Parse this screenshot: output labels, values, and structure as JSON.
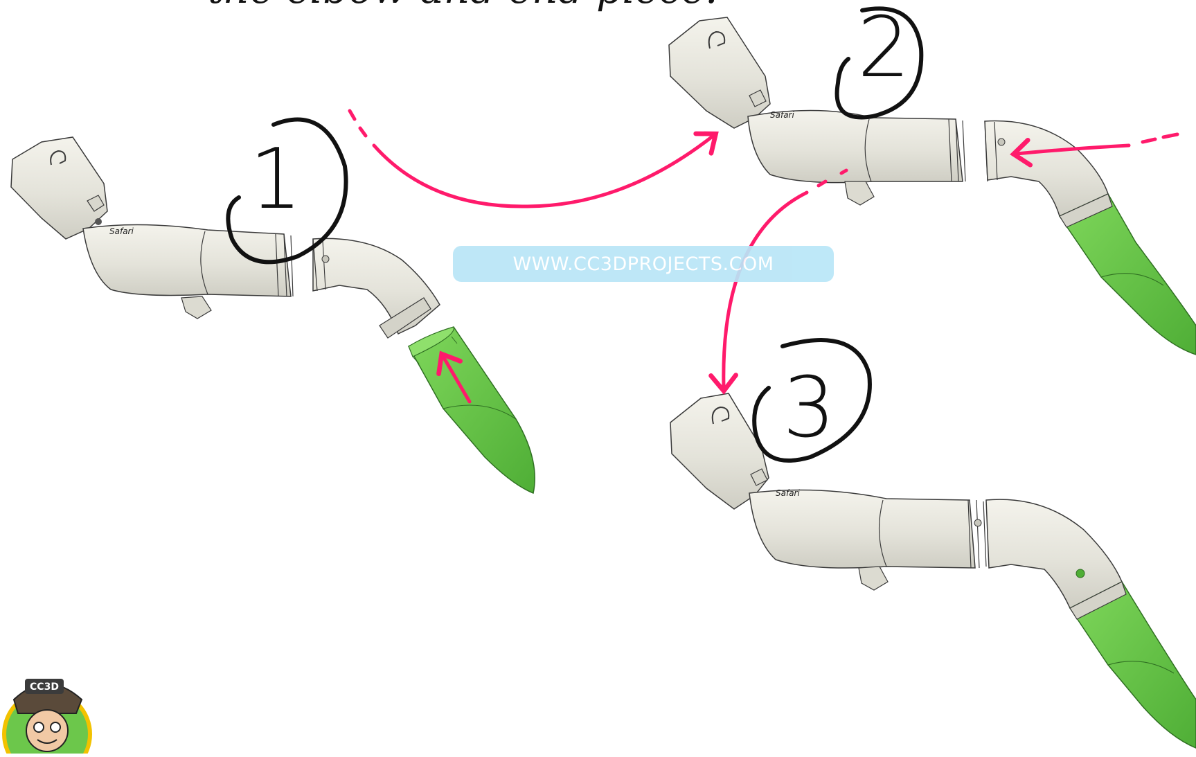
{
  "header": {
    "partial_text": "the elbow and end piece."
  },
  "steps": [
    {
      "number": "1"
    },
    {
      "number": "2"
    },
    {
      "number": "3"
    }
  ],
  "watermark": {
    "text": "WWW.CC3DPROJECTS.COM"
  },
  "logo": {
    "badge_text": "CC3D"
  },
  "colors": {
    "arrow": "#ff1a6b",
    "ink": "#111111",
    "part_body": "#e6e5dc",
    "part_outline": "#3a3a3a",
    "end_piece": "#6cc74b",
    "end_piece_dark": "#3e8f2c",
    "watermark_bg": "#b9e6f7",
    "watermark_text": "#ffffff"
  },
  "icons": {
    "arrow": "curved-arrow-icon",
    "logo": "cc3d-mascot-logo"
  }
}
